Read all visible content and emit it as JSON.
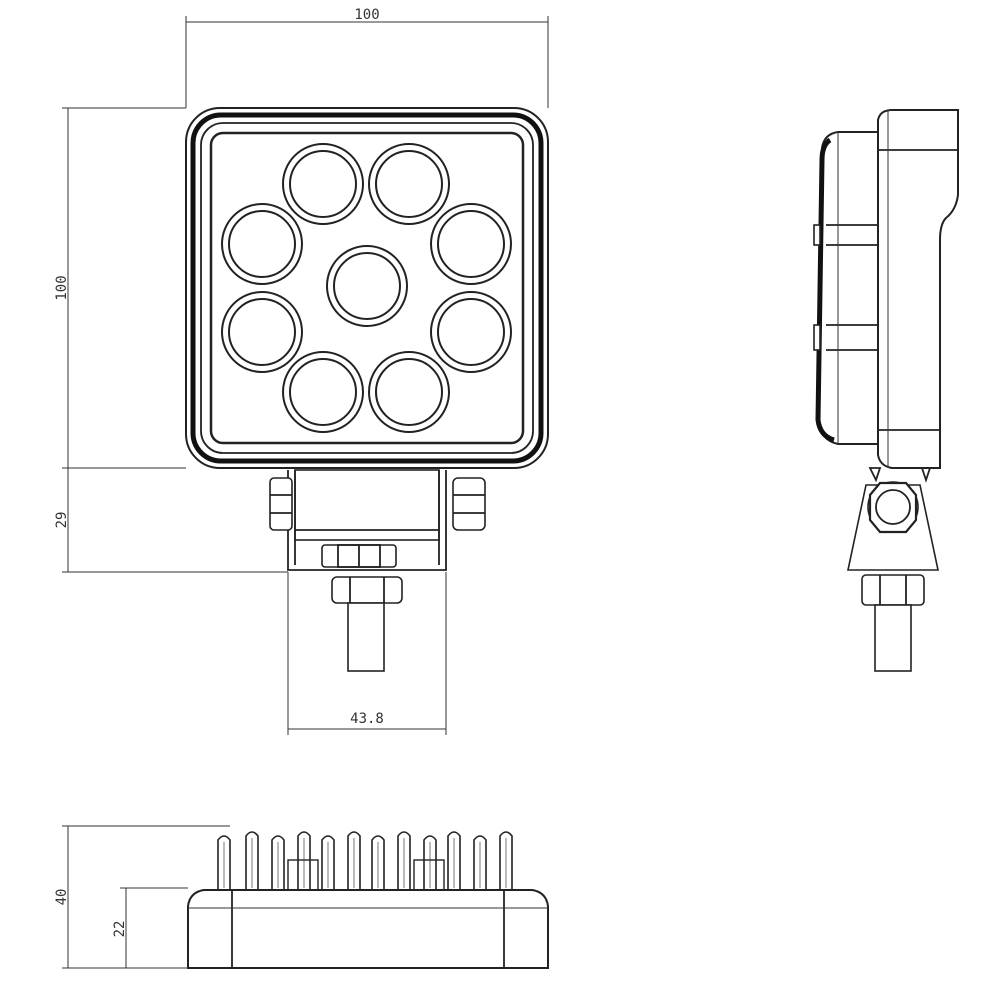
{
  "dimensions": {
    "front_width": "100",
    "front_height": "100",
    "bracket_height": "29",
    "bracket_width": "43.8",
    "total_depth": "40",
    "housing_depth": "22"
  }
}
